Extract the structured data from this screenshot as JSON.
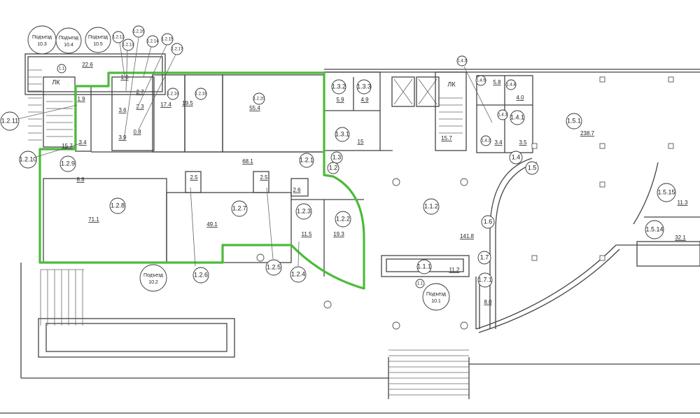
{
  "plan": {
    "highlight_color": "#4cbb3a",
    "elevator_label": "ЛК",
    "entrances": [
      {
        "label": "Подъезд",
        "number": "10.3"
      },
      {
        "label": "Подъезд",
        "number": "10.4"
      },
      {
        "label": "Подъезд",
        "number": "10.5"
      },
      {
        "label": "Подъезд",
        "number": "10.2"
      },
      {
        "label": "Подъезд",
        "number": "10.1"
      }
    ],
    "room_ids": [
      "1.1",
      "1.2.11",
      "1.2.10",
      "1.2.9",
      "1.2.8",
      "1.2.7",
      "1.2.6",
      "1.2.5",
      "1.2.4",
      "1.2.3",
      "1.2.2",
      "1.2.1",
      "1.2.18",
      "1.2.19",
      "1.2.20",
      "1.2.12",
      "1.2.13",
      "1.2.16",
      "1.2.14",
      "1.2.15",
      "1.2.17",
      "1.3.2",
      "1.3.3",
      "1.3.1",
      "1.3",
      "1.2",
      "1.4.3",
      "1.4.5",
      "1.4.4",
      "1.4.3",
      "1.4.1",
      "1.4.2",
      "1.4",
      "1.5",
      "1.5.1",
      "1.1.2",
      "1.6",
      "1.5.15",
      "1.5.14",
      "1.7",
      "1.1.1",
      "1.1",
      "1.7.1"
    ],
    "areas": [
      "22.6",
      "1.9",
      "3.4",
      "15.7",
      "8.8",
      "1.0",
      "2.7",
      "3.6",
      "2.3",
      "0.8",
      "3.9",
      "17.4",
      "19.5",
      "55.4",
      "68.1",
      "2.5",
      "2.5",
      "2.6",
      "71.1",
      "49.1",
      "11.5",
      "19.3",
      "5.9",
      "4.9",
      "15",
      "15.7",
      "5.8",
      "4.0",
      "3.4",
      "3.5",
      "238.7",
      "141.8",
      "11.3",
      "32.1",
      "11.2",
      "8.0"
    ]
  }
}
